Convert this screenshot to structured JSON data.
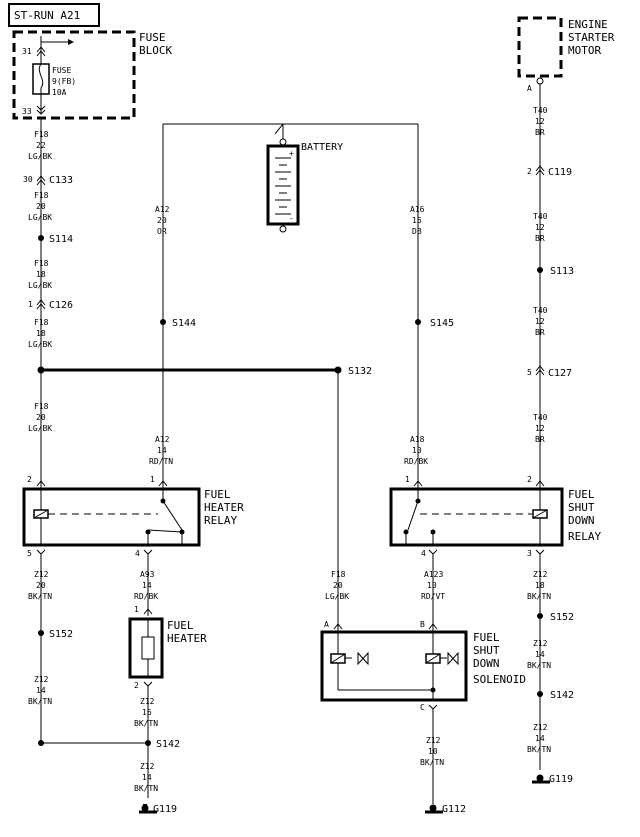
{
  "title": "ST-RUN A21",
  "fuse_block": {
    "label_1": "FUSE",
    "label_2": "BLOCK",
    "fuse_1": "FUSE",
    "fuse_2": "9(FB)",
    "fuse_3": "10A",
    "pin_top": "31",
    "pin_bottom": "33"
  },
  "components": {
    "engine_starter_1": "ENGINE",
    "engine_starter_2": "STARTER",
    "engine_starter_3": "MOTOR",
    "battery": "BATTERY",
    "fuel_heater_relay_1": "FUEL",
    "fuel_heater_relay_2": "HEATER",
    "fuel_heater_relay_3": "RELAY",
    "fuel_shutdown_relay_1": "FUEL",
    "fuel_shutdown_relay_2": "SHUT",
    "fuel_shutdown_relay_3": "DOWN",
    "fuel_shutdown_relay_4": "RELAY",
    "fuel_heater_1": "FUEL",
    "fuel_heater_2": "HEATER",
    "solenoid_1": "FUEL",
    "solenoid_2": "SHUT",
    "solenoid_3": "DOWN",
    "solenoid_4": "SOLENOID"
  },
  "connectors": {
    "c133": "C133",
    "c133_pin": "30",
    "c126": "C126",
    "c126_pin": "1",
    "c119": "C119",
    "c119_pin": "2",
    "c127": "C127",
    "c127_pin": "5"
  },
  "splices": {
    "s114": "S114",
    "s144": "S144",
    "s145": "S145",
    "s132": "S132",
    "s113": "S113",
    "s152a": "S152",
    "s152b": "S152",
    "s142a": "S142",
    "s142b": "S142"
  },
  "grounds": {
    "g119a": "G119",
    "g119b": "G119",
    "g112": "G112"
  },
  "pins": {
    "starter_a": "A",
    "fhr_2": "2",
    "fhr_1": "1",
    "fhr_5": "5",
    "fhr_4": "4",
    "fsr_1": "1",
    "fsr_2": "2",
    "fsr_4": "4",
    "fsr_3": "3",
    "heater_1": "1",
    "heater_2": "2",
    "sol_a": "A",
    "sol_b": "B",
    "sol_c": "C"
  },
  "wires": {
    "w1": [
      "F18",
      "22",
      "LG/BK"
    ],
    "w2": [
      "F18",
      "20",
      "LG/BK"
    ],
    "w3": [
      "F18",
      "18",
      "LG/BK"
    ],
    "w4": [
      "F18",
      "18",
      "LG/BK"
    ],
    "w5": [
      "F18",
      "20",
      "LG/BK"
    ],
    "w6": [
      "A12",
      "20",
      "OR"
    ],
    "w7": [
      "A12",
      "14",
      "RD/TN"
    ],
    "w8": [
      "A16",
      "16",
      "DB"
    ],
    "w9": [
      "A18",
      "10",
      "RD/BK"
    ],
    "w10": [
      "T40",
      "12",
      "BR"
    ],
    "w11": [
      "T40",
      "12",
      "BR"
    ],
    "w12": [
      "T40",
      "12",
      "BR"
    ],
    "w13": [
      "T40",
      "12",
      "BR"
    ],
    "w14": [
      "Z12",
      "20",
      "BK/TN"
    ],
    "w15": [
      "Z12",
      "14",
      "BK/TN"
    ],
    "w16": [
      "A93",
      "14",
      "RD/BK"
    ],
    "w17": [
      "Z12",
      "16",
      "BK/TN"
    ],
    "w18": [
      "Z12",
      "14",
      "BK/TN"
    ],
    "w19": [
      "F18",
      "20",
      "LG/BK"
    ],
    "w20": [
      "A123",
      "10",
      "RD/VT"
    ],
    "w21": [
      "Z12",
      "10",
      "BK/TN"
    ],
    "w22": [
      "Z12",
      "18",
      "BK/TN"
    ],
    "w23": [
      "Z12",
      "14",
      "BK/TN"
    ],
    "w24": [
      "Z12",
      "14",
      "BK/TN"
    ]
  }
}
